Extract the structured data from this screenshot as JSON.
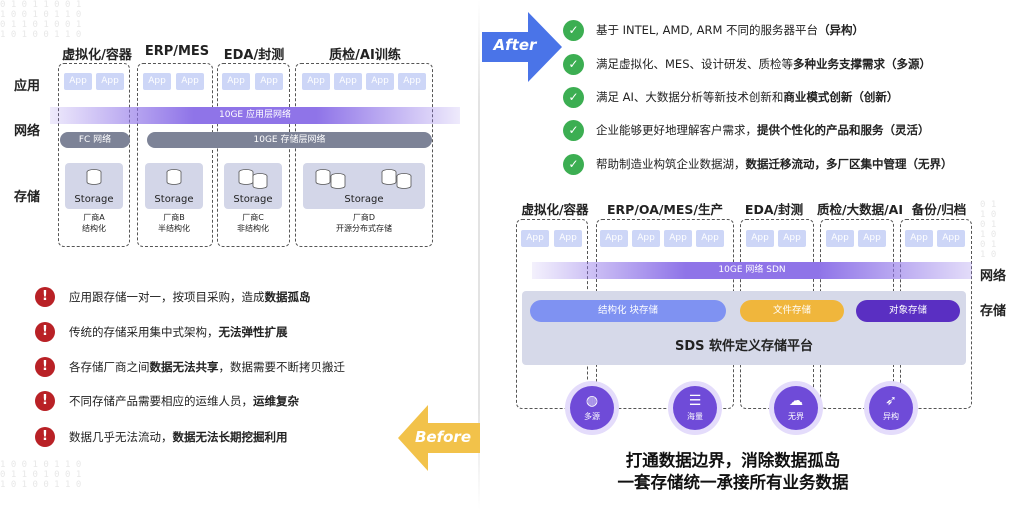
{
  "before": {
    "badge": "Before",
    "categories": [
      "虚拟化/容器",
      "ERP/MES",
      "EDA/封测",
      "质检/AI训练"
    ],
    "row_labels": {
      "app": "应用",
      "network": "网络",
      "storage": "存储"
    },
    "app_label": "App",
    "network_bands": {
      "app_network": "10GE 应用层网络",
      "fc": "FC 网络",
      "storage_network": "10GE 存储层网络"
    },
    "storage": [
      {
        "label": "Storage",
        "vendor": "厂商A",
        "type": "结构化"
      },
      {
        "label": "Storage",
        "vendor": "厂商B",
        "type": "半结构化"
      },
      {
        "label": "Storage",
        "vendor": "厂商C",
        "type": "非结构化"
      },
      {
        "label": "Storage",
        "vendor": "厂商D",
        "type": "开源分布式存储"
      }
    ],
    "issues": [
      {
        "text": "应用跟存储一对一，按项目采购，造成",
        "bold": "数据孤岛"
      },
      {
        "text": "传统的存储采用集中式架构，",
        "bold": "无法弹性扩展"
      },
      {
        "text": "各存储厂商之间",
        "bold": "数据无法共享",
        "tail": "，数据需要不断拷贝搬迁"
      },
      {
        "text": "不同存储产品需要相应的运维人员，",
        "bold": "运维复杂"
      },
      {
        "text": "数据几乎无法流动，",
        "bold": "数据无法长期挖掘利用"
      }
    ],
    "issue_icon": "!"
  },
  "after": {
    "badge": "After",
    "benefits": [
      {
        "text": "基于 INTEL, AMD, ARM 不同的服务器平台",
        "bold": "（异构）"
      },
      {
        "text": "满足虚拟化、MES、设计研发、质检等",
        "bold": "多种业务支撑需求（多源）"
      },
      {
        "text": "满足 AI、大数据分析等新技术创新和",
        "bold": "商业模式创新（创新）"
      },
      {
        "text": "企业能够更好地理解客户需求，",
        "bold": "提供个性化的产品和服务（灵活）"
      },
      {
        "text": "帮助制造业构筑企业数据湖，",
        "bold": "数据迁移流动，多厂区集中管理（无界）"
      }
    ],
    "check_icon": "✓",
    "categories": [
      "虚拟化/容器",
      "ERP/OA/MES/生产",
      "EDA/封测",
      "质检/大数据/AI",
      "备份/归档"
    ],
    "app_label": "App",
    "row_labels": {
      "network": "网络",
      "storage": "存储"
    },
    "network_band": "10GE 网络 SDN",
    "storage_pills": {
      "block": "结构化 块存储",
      "file": "文件存储",
      "object": "对象存储"
    },
    "platform": "SDS 软件定义存储平台",
    "features": [
      {
        "label": "多源",
        "icon": "globe-icon"
      },
      {
        "label": "海量",
        "icon": "database-icon"
      },
      {
        "label": "无界",
        "icon": "cloud-icon"
      },
      {
        "label": "异构",
        "icon": "rocket-icon"
      }
    ],
    "tagline": [
      "打通数据边界，消除数据孤岛",
      "一套存储统一承接所有业务数据"
    ]
  },
  "colors": {
    "app": "#cdd6f7",
    "band_purple": "#8f74e8",
    "band_gray": "#7d8397",
    "storage_box": "#d3d6e8",
    "warn": "#b92126",
    "ok": "#3cae52",
    "pill_blue": "#7f92f2",
    "pill_yellow": "#f0b63c",
    "pill_purple": "#5a2fc2",
    "feature": "#6f4bd8",
    "badge_blue": "#4a74e8",
    "badge_yellow": "#f2c24a"
  }
}
